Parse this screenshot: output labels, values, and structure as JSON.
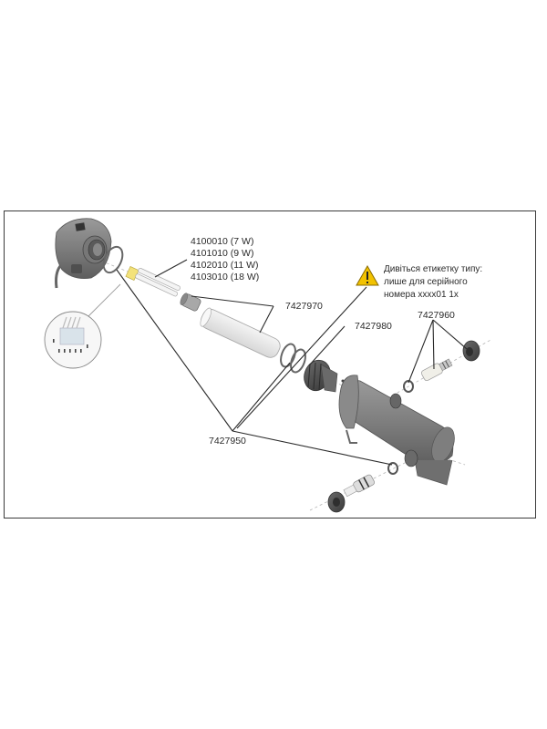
{
  "diagram": {
    "title": "Exploded parts view – UV clarifier",
    "lamp_parts": [
      {
        "code": "4100010",
        "power": "7 W",
        "label": "4100010 (7 W)"
      },
      {
        "code": "4101010",
        "power": "9 W",
        "label": "4101010 (9 W)"
      },
      {
        "code": "4102010",
        "power": "11 W",
        "label": "4102010 (11 W)"
      },
      {
        "code": "4103010",
        "power": "18 W",
        "label": "4103010 (18 W)"
      }
    ],
    "part_labels": {
      "quartz_tube": "7427970",
      "seal_ring_set": "7427950",
      "bayonet_nut": "7427980",
      "hose_connector_set": "7427960"
    },
    "warning": {
      "icon": "warning-triangle-icon",
      "lines": [
        "Дивіться етикетку типу:",
        "лише для серійного",
        "номера xxxx01 1x"
      ],
      "color": "#f2c200"
    }
  }
}
